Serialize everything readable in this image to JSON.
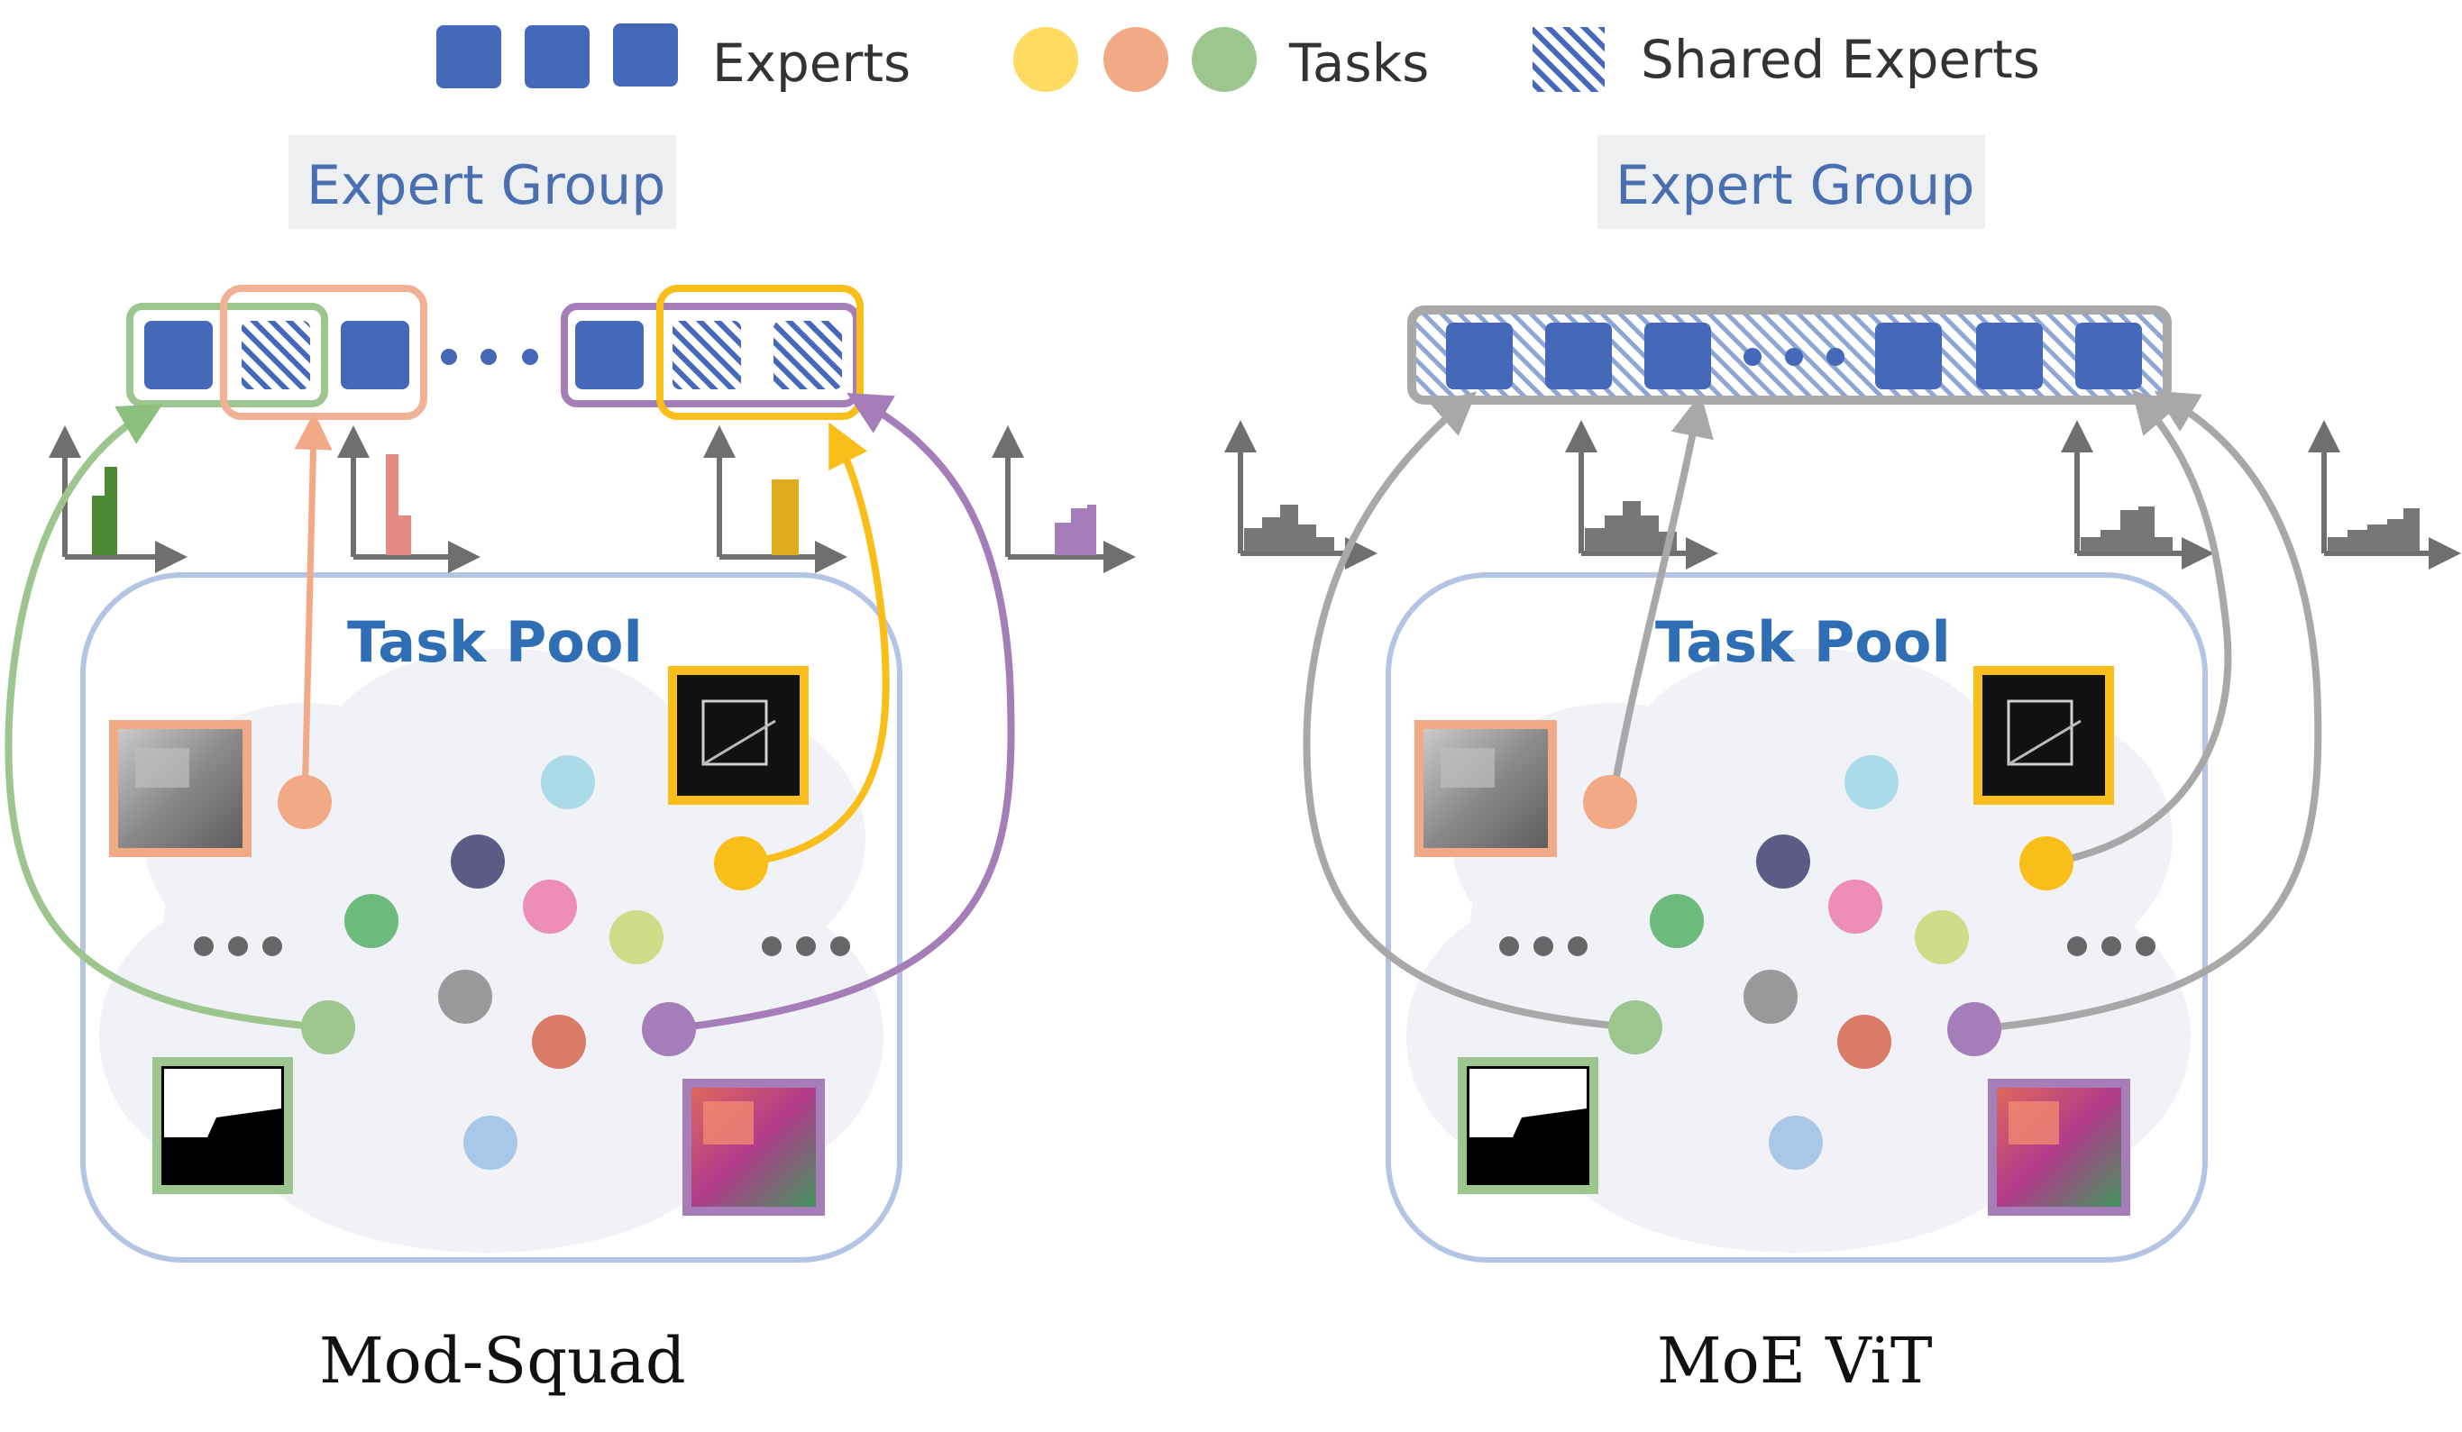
{
  "legend": {
    "experts_label": "Experts",
    "tasks_label": "Tasks",
    "shared_label": "Shared Experts"
  },
  "left": {
    "group_label": "Expert Group",
    "pool_label": "Task Pool",
    "caption": "Mod-Squad"
  },
  "right": {
    "group_label": "Expert Group",
    "pool_label": "Task Pool",
    "caption": "MoE ViT"
  },
  "colors": {
    "expert_blue": "#4569B8",
    "green": "#8DC07F",
    "salmon": "#F2A985",
    "yellow": "#F9BE1A",
    "purple": "#A57DB8",
    "gray": "#A8A8A8"
  }
}
